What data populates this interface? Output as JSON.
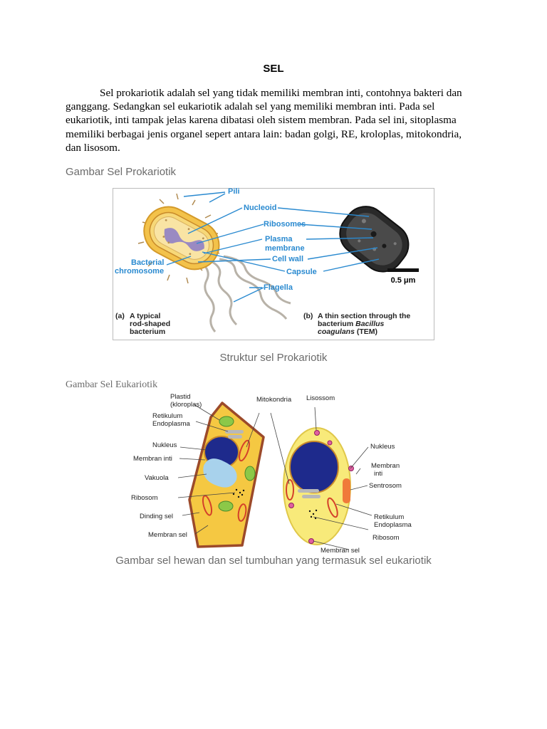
{
  "title": "SEL",
  "paragraph": "Sel prokariotik adalah sel yang tidak memiliki membran inti, contohnya bakteri dan ganggang. Sedangkan sel eukariotik adalah sel yang memiliki membran inti. Pada sel eukariotik, inti tampak jelas karena dibatasi oleh sistem membran. Pada sel ini, sitoplasma memiliki berbagai jenis organel sepert antara lain: badan golgi, RE, kroloplas, mitokondria, dan lisosom.",
  "heading_prokariotik": "Gambar Sel Prokariotik",
  "figure_prokariotik": {
    "labels": {
      "pili": "Pili",
      "nucleoid": "Nucleoid",
      "ribosomes": "Ribosomes",
      "plasma1": "Plasma",
      "plasma2": "membrane",
      "cellwall": "Cell wall",
      "capsule": "Capsule",
      "flagella": "Flagella",
      "bact1": "Bacterial",
      "bact2": "chromosome",
      "scale": "0.5 μm"
    },
    "caption_a": {
      "tag": "(a)",
      "line1": "A typical",
      "line2": "rod-shaped",
      "line3": "bacterium"
    },
    "caption_b": {
      "tag": "(b)",
      "line1": "A thin section through the",
      "line2_plain": "bacterium ",
      "line2_italic": "Bacillus",
      "line3_italic": "coagulans",
      "line3_plain": " (TEM)"
    }
  },
  "caption_prokariotik": "Struktur sel Prokariotik",
  "heading_eukariotik": "Gambar Sel Eukariotik",
  "figure_eukariotik": {
    "labels": {
      "plastid1": "Plastid",
      "plastid2": "(kloroplas)",
      "retikulum_l1": "Retikulum",
      "retikulum_l2": "Endoplasma",
      "nukleus_l": "Nukleus",
      "membran_inti_l": "Membran inti",
      "vakuola": "Vakuola",
      "ribosom_l": "Ribosom",
      "dinding_sel": "Dinding sel",
      "membran_sel_l": "Membran sel",
      "mitokondria": "Mitokondria",
      "lisosom": "Lisossom",
      "nukleus_r": "Nukleus",
      "membran_inti_r1": "Membran",
      "membran_inti_r2": "inti",
      "sentrosom": "Sentrosom",
      "retikulum_r1": "Retikulum",
      "retikulum_r2": "Endoplasma",
      "ribosom_r": "Ribosom",
      "membran_sel_r": "Membran sel"
    }
  },
  "caption_eukariotik": "Gambar sel hewan dan sel tumbuhan yang termasuk sel eukariotik",
  "colors": {
    "label_blue": "#2a8ad0",
    "cell_yellow": "#f5c842",
    "cell_wall_brown": "#9c4a2a",
    "nucleus_navy": "#1e2a8c",
    "mito_red": "#d4402a",
    "animal_cell": "#f8ea7a",
    "caption_grey": "#6b6b6b"
  }
}
